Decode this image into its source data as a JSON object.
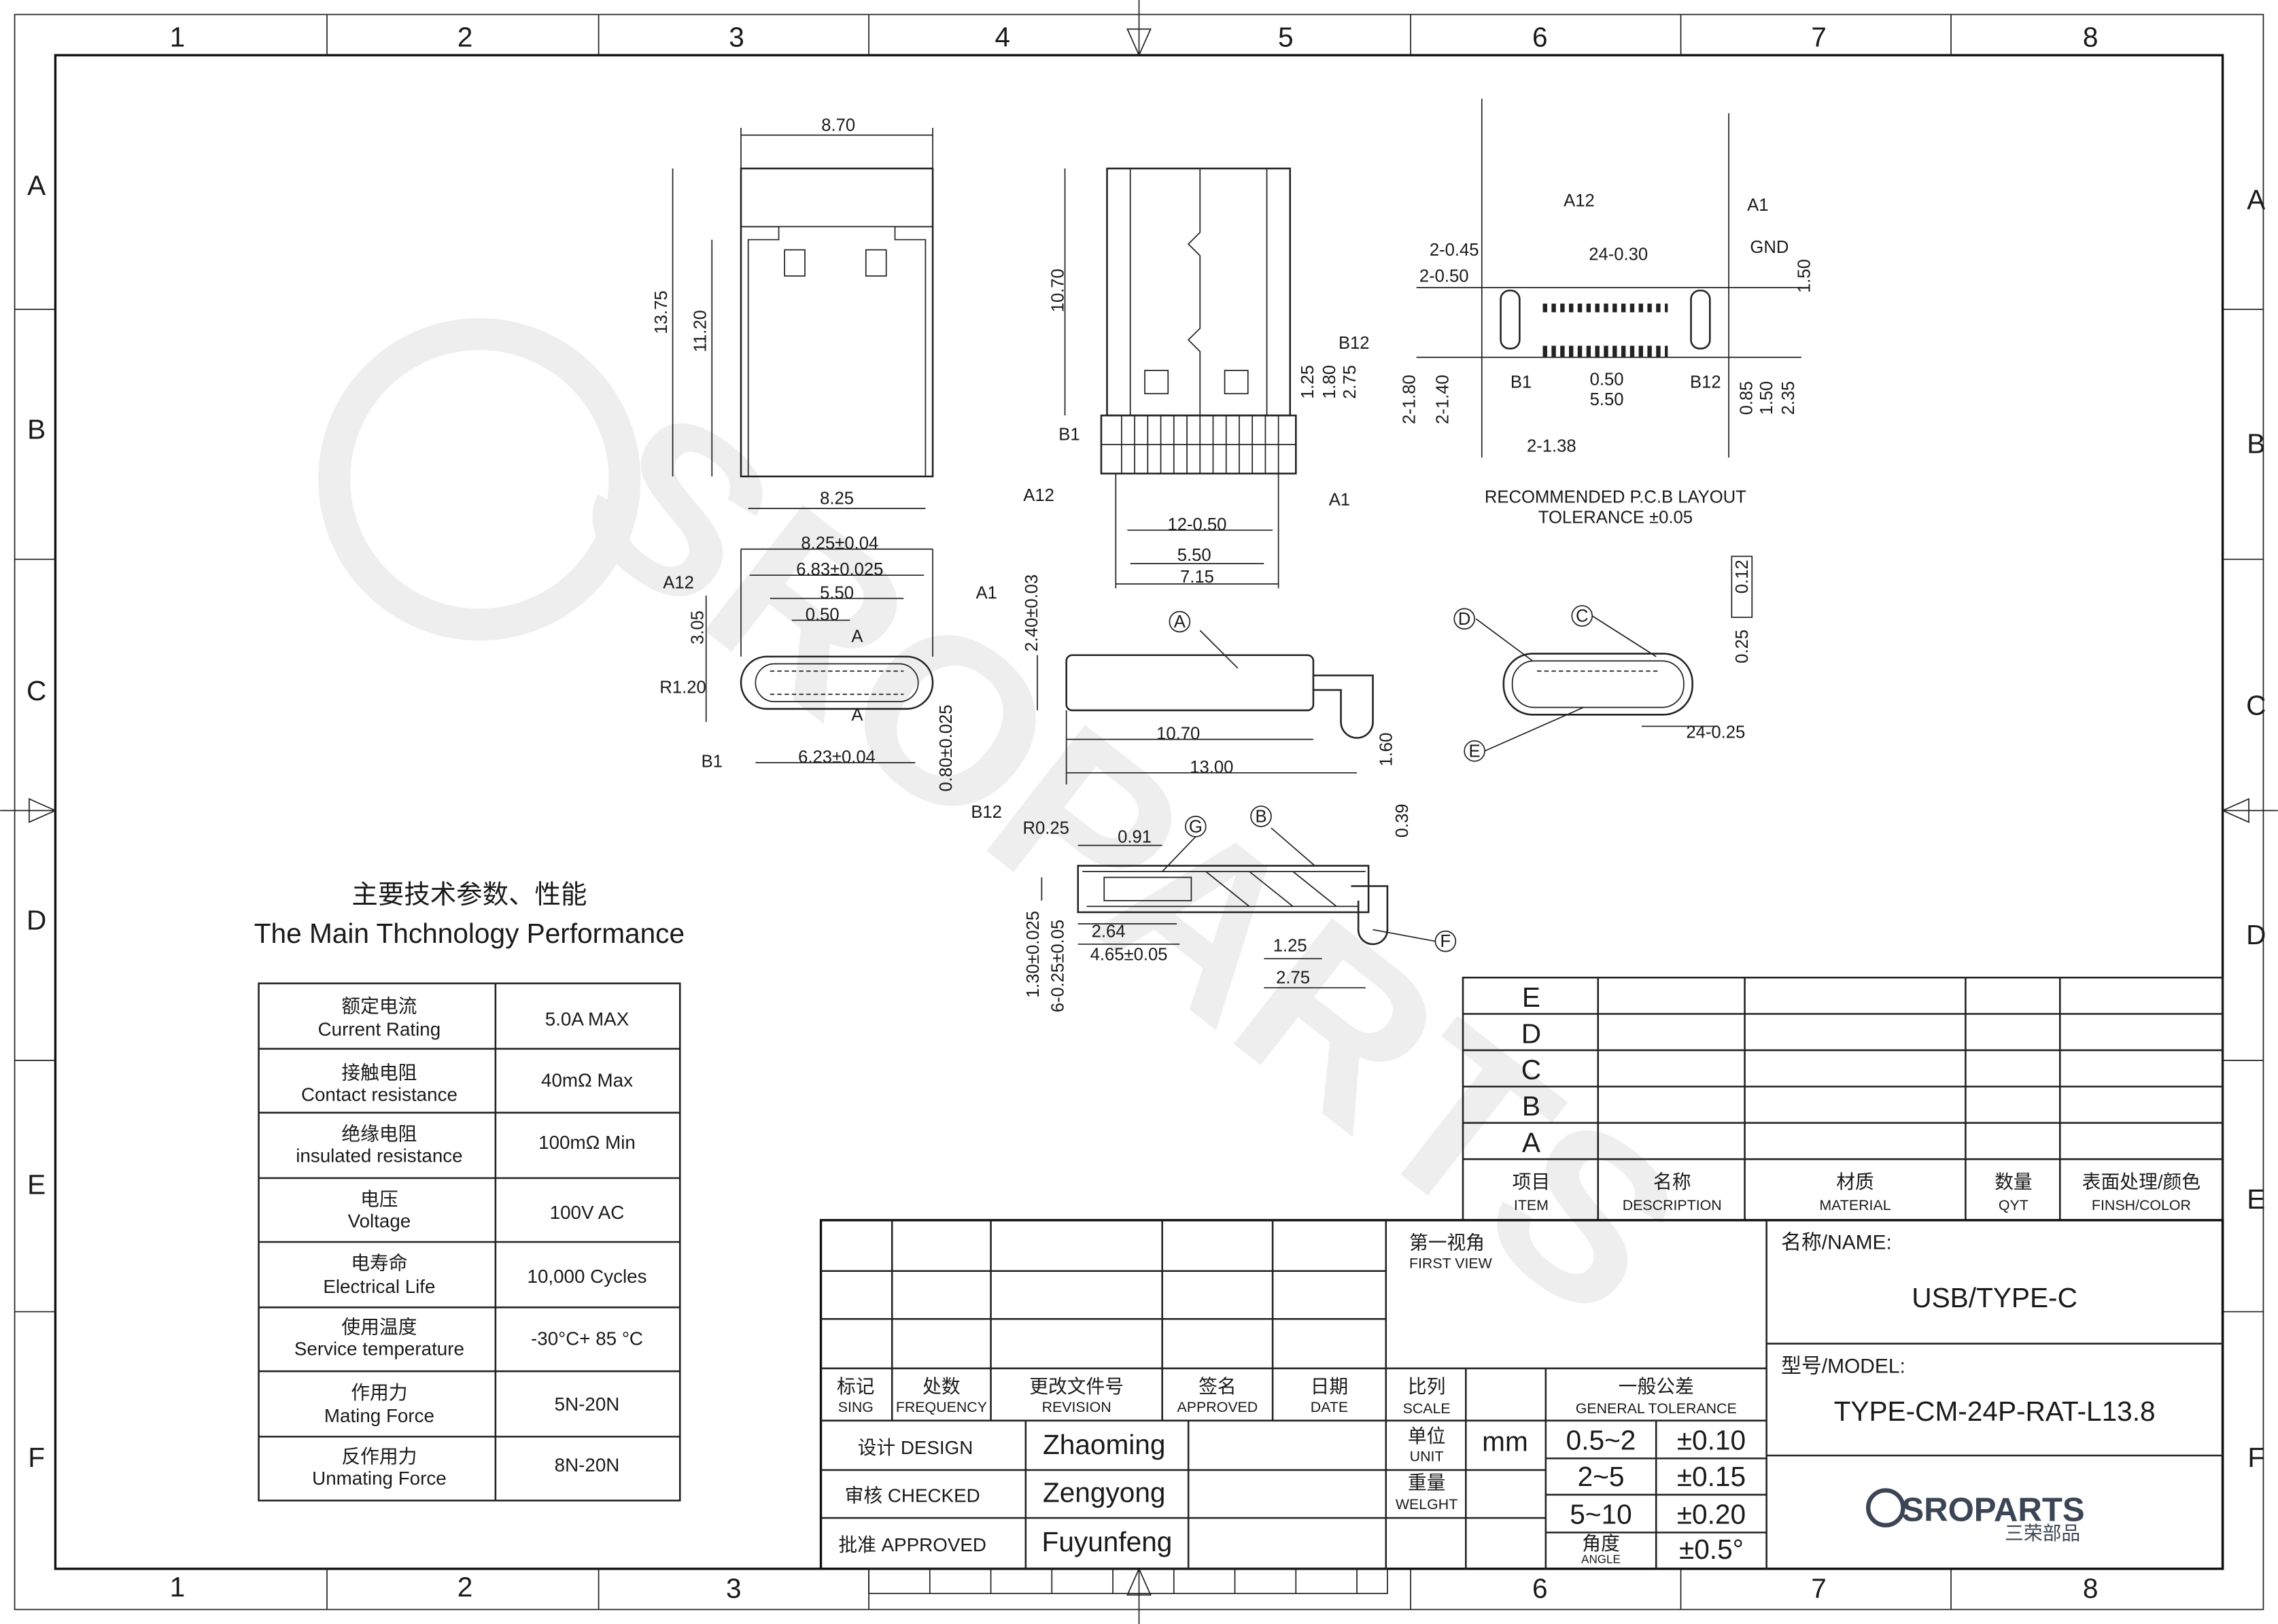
{
  "frame": {
    "cols": [
      "1",
      "2",
      "3",
      "4",
      "5",
      "6",
      "7",
      "8"
    ],
    "rows": [
      "A",
      "B",
      "C",
      "D",
      "E",
      "F"
    ]
  },
  "watermark": "SROPARTS",
  "dims": {
    "v1": [
      "8.70",
      "13.75",
      "11.20",
      "8.25"
    ],
    "v2": [
      "10.70",
      "B12",
      "1.25",
      "1.80",
      "2.75",
      "B1",
      "A12",
      "A1",
      "12-0.50",
      "5.50",
      "7.15"
    ],
    "pcb": [
      "A12",
      "A1",
      "GND",
      "2-0.45",
      "24-0.30",
      "2-0.50",
      "1.50",
      "2-1.80",
      "2-1.40",
      "B1",
      "0.50",
      "B12",
      "5.50",
      "0.85",
      "1.50",
      "2.35",
      "2-1.38",
      "RECOMMENDED P.C.B LAYOUT",
      "TOLERANCE ±0.05"
    ],
    "front": [
      "8.25±0.04",
      "6.83±0.025",
      "A12",
      "5.50",
      "A1",
      "3.05",
      "0.50",
      "A",
      "R1.20",
      "A",
      "0.80±0.025",
      "B1",
      "6.23±0.04",
      "B12"
    ],
    "side": [
      "2.40±0.03",
      "A",
      "10.70",
      "13.00",
      "1.60"
    ],
    "end": [
      "D",
      "C",
      "0.12",
      "0.25",
      "E",
      "24-0.25"
    ],
    "section": [
      "R0.25",
      "0.91",
      "G",
      "B",
      "0.39",
      "2.64",
      "1.25",
      "4.65±0.05",
      "F",
      "2.75",
      "1.30±0.025",
      "6-0.25±0.05"
    ]
  },
  "performance": {
    "title_cn": "主要技术参数、性能",
    "title_en": "The Main Thchnology Performance",
    "rows": [
      {
        "cn": "额定电流",
        "en": "Current Rating",
        "value": "5.0A MAX"
      },
      {
        "cn": "接触电阻",
        "en": "Contact resistance",
        "value": "40mΩ Max"
      },
      {
        "cn": "绝缘电阻",
        "en": "insulated resistance",
        "value": "100mΩ Min"
      },
      {
        "cn": "电压",
        "en": "Voltage",
        "value": "100V AC"
      },
      {
        "cn": "电寿命",
        "en": "Electrical Life",
        "value": "10,000 Cycles"
      },
      {
        "cn": "使用温度",
        "en": "Service temperature",
        "value": "-30°C+ 85 °C"
      },
      {
        "cn": "作用力",
        "en": "Mating Force",
        "value": "5N-20N"
      },
      {
        "cn": "反作用力",
        "en": "Unmating Force",
        "value": "8N-20N"
      }
    ]
  },
  "items": {
    "rows": [
      "E",
      "D",
      "C",
      "B",
      "A"
    ],
    "headers": [
      {
        "cn": "项目",
        "en": "ITEM"
      },
      {
        "cn": "名称",
        "en": "DESCRIPTION"
      },
      {
        "cn": "材质",
        "en": "MATERIAL"
      },
      {
        "cn": "数量",
        "en": "QYT"
      },
      {
        "cn": "表面处理/颜色",
        "en": "FINSH/COLOR"
      }
    ]
  },
  "revision": {
    "headers": [
      {
        "cn": "标记",
        "en": "SING"
      },
      {
        "cn": "处数",
        "en": "FREQUENCY"
      },
      {
        "cn": "更改文件号",
        "en": "REVISION"
      },
      {
        "cn": "签名",
        "en": "APPROVED"
      },
      {
        "cn": "日期",
        "en": "DATE"
      }
    ],
    "signoff": [
      {
        "label": "设计 DESIGN",
        "name": "Zhaoming"
      },
      {
        "label": "审核 CHECKED",
        "name": "Zengyong"
      },
      {
        "label": "批准 APPROVED",
        "name": "Fuyunfeng"
      }
    ]
  },
  "view": {
    "cn": "第一视角",
    "en": "FIRST VIEW"
  },
  "scale": {
    "cn": "比列",
    "en": "SCALE"
  },
  "tolerance": {
    "cn": "一般公差",
    "en": "GENERAL TOLERANCE",
    "rows": [
      {
        "range": "0.5~2",
        "tol": "±0.10"
      },
      {
        "range": "2~5",
        "tol": "±0.15"
      },
      {
        "range": "5~10",
        "tol": "±0.20"
      }
    ],
    "angle_cn": "角度",
    "angle_en": "ANGLE",
    "angle_tol": "±0.5°"
  },
  "unit": {
    "cn": "单位",
    "en": "UNIT",
    "value": "mm"
  },
  "weight": {
    "cn": "重量",
    "en": "WELGHT"
  },
  "name": {
    "label": "名称/NAME:",
    "value": "USB/TYPE-C"
  },
  "model": {
    "label": "型号/MODEL:",
    "value": "TYPE-CM-24P-RAT-L13.8"
  },
  "logo": {
    "text": "SROPARTS",
    "cn": "三荣部品"
  }
}
